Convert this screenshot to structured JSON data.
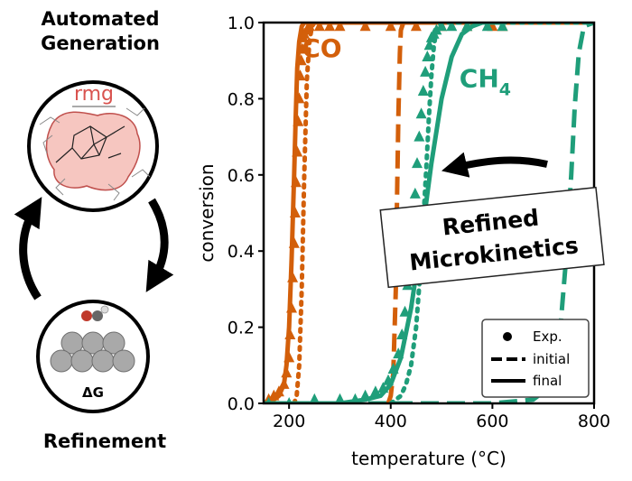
{
  "workflow": {
    "top_label": [
      "Automated",
      "Generation"
    ],
    "bottom_label": "Refinement",
    "rmg_logo_text": "rmg",
    "delta_g_label": "ΔG"
  },
  "callout": {
    "line1": "Refined",
    "line2": "Microkinetics"
  },
  "chart_data": {
    "type": "line",
    "xlabel": "temperature (°C)",
    "ylabel": "conversion",
    "xlim": [
      150,
      800
    ],
    "ylim": [
      0,
      1
    ],
    "xticks": [
      "200",
      "400",
      "600",
      "800"
    ],
    "yticks": [
      "0.0",
      "0.2",
      "0.4",
      "0.6",
      "0.8",
      "1.0"
    ],
    "grid": false,
    "legend": {
      "position": "bottom-right",
      "entries": [
        "Exp.",
        "initial",
        "final"
      ]
    },
    "colors": {
      "CO": "#d35f0a",
      "CH4": "#1f9e7a"
    },
    "series": [
      {
        "name": "CO",
        "experimental": {
          "x": [
            150,
            160,
            170,
            180,
            190,
            195,
            200,
            202,
            205,
            207,
            210,
            212,
            214,
            216,
            218,
            220,
            222,
            224,
            226,
            228,
            230,
            235,
            240,
            260,
            280,
            300,
            350,
            400,
            450,
            500,
            550,
            600,
            620
          ],
          "y": [
            0.0,
            0.01,
            0.02,
            0.03,
            0.05,
            0.08,
            0.12,
            0.18,
            0.25,
            0.33,
            0.42,
            0.5,
            0.58,
            0.66,
            0.74,
            0.8,
            0.86,
            0.9,
            0.93,
            0.96,
            0.97,
            0.98,
            0.99,
            0.99,
            0.99,
            0.99,
            0.99,
            0.99,
            0.99,
            0.99,
            0.99,
            0.99,
            0.99
          ]
        },
        "initial": {
          "x": [
            395,
            400,
            405,
            410,
            412,
            415,
            418,
            420,
            425,
            430,
            450,
            500,
            600,
            800
          ],
          "y": [
            0.0,
            0.02,
            0.08,
            0.3,
            0.5,
            0.75,
            0.92,
            0.98,
            1.0,
            1.0,
            1.0,
            1.0,
            1.0,
            1.0
          ]
        },
        "final": {
          "x": [
            150,
            170,
            180,
            190,
            195,
            200,
            205,
            210,
            213,
            216,
            220,
            225,
            230,
            240,
            300,
            400,
            800
          ],
          "y": [
            0.0,
            0.01,
            0.02,
            0.05,
            0.1,
            0.2,
            0.38,
            0.6,
            0.75,
            0.88,
            0.95,
            0.99,
            1.0,
            1.0,
            1.0,
            1.0,
            1.0
          ]
        },
        "final_dotted": {
          "x": [
            210,
            215,
            220,
            225,
            230,
            235,
            240,
            245,
            250,
            260,
            300,
            800
          ],
          "y": [
            0.0,
            0.02,
            0.1,
            0.3,
            0.6,
            0.85,
            0.95,
            0.99,
            1.0,
            1.0,
            1.0,
            1.0
          ]
        }
      },
      {
        "name": "CH4",
        "experimental": {
          "x": [
            160,
            200,
            250,
            300,
            330,
            350,
            370,
            385,
            395,
            405,
            415,
            422,
            428,
            433,
            438,
            443,
            448,
            452,
            456,
            460,
            464,
            468,
            472,
            476,
            480,
            485,
            490,
            500,
            520,
            550,
            590,
            620
          ],
          "y": [
            0.0,
            0.0,
            0.01,
            0.01,
            0.01,
            0.02,
            0.03,
            0.04,
            0.06,
            0.09,
            0.13,
            0.18,
            0.24,
            0.31,
            0.39,
            0.47,
            0.55,
            0.63,
            0.7,
            0.76,
            0.82,
            0.87,
            0.91,
            0.94,
            0.96,
            0.97,
            0.98,
            0.99,
            0.99,
            0.99,
            0.99,
            0.99
          ]
        },
        "initial": {
          "x": [
            150,
            600,
            680,
            700,
            720,
            735,
            745,
            755,
            762,
            770,
            780,
            800
          ],
          "y": [
            0.0,
            0.0,
            0.01,
            0.03,
            0.1,
            0.22,
            0.38,
            0.6,
            0.78,
            0.92,
            0.99,
            1.0
          ]
        },
        "final": {
          "x": [
            150,
            300,
            350,
            380,
            400,
            420,
            440,
            460,
            480,
            500,
            520,
            540,
            560,
            580,
            600,
            620
          ],
          "y": [
            0.0,
            0.0,
            0.01,
            0.02,
            0.05,
            0.12,
            0.25,
            0.43,
            0.63,
            0.8,
            0.91,
            0.97,
            0.99,
            1.0,
            1.0,
            1.0
          ]
        },
        "final_dotted": {
          "x": [
            400,
            420,
            430,
            440,
            450,
            460,
            465,
            470,
            475,
            480,
            485,
            490,
            500,
            520,
            800
          ],
          "y": [
            0.0,
            0.02,
            0.05,
            0.1,
            0.2,
            0.38,
            0.5,
            0.62,
            0.75,
            0.86,
            0.94,
            0.98,
            1.0,
            1.0,
            1.0
          ]
        }
      }
    ],
    "series_labels": [
      {
        "text": "CO",
        "x": 225,
        "y": 0.91
      },
      {
        "text": "CH",
        "subscript": "4",
        "x": 535,
        "y": 0.83
      }
    ]
  }
}
